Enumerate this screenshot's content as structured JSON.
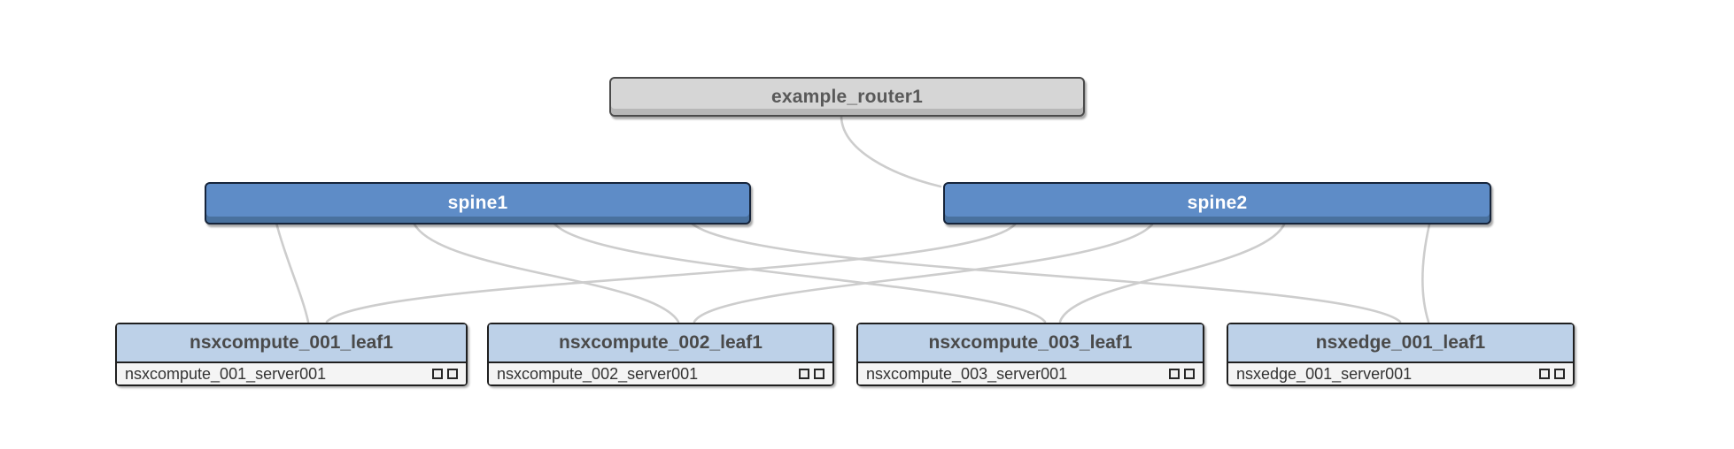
{
  "diagram": {
    "title": "network-fabric-topology",
    "router": {
      "label": "example_router1"
    },
    "spines": [
      {
        "label": "spine1"
      },
      {
        "label": "spine2"
      }
    ],
    "leaves": [
      {
        "title": "nsxcompute_001_leaf1",
        "server": "nsxcompute_001_server001",
        "port_count": 2
      },
      {
        "title": "nsxcompute_002_leaf1",
        "server": "nsxcompute_002_server001",
        "port_count": 2
      },
      {
        "title": "nsxcompute_003_leaf1",
        "server": "nsxcompute_003_server001",
        "port_count": 2
      },
      {
        "title": "nsxedge_001_leaf1",
        "server": "nsxedge_001_server001",
        "port_count": 2
      }
    ],
    "edges": [
      {
        "from": "example_router1",
        "to": "spine2"
      },
      {
        "from": "spine1",
        "to": "nsxcompute_001_leaf1"
      },
      {
        "from": "spine1",
        "to": "nsxcompute_002_leaf1"
      },
      {
        "from": "spine1",
        "to": "nsxcompute_003_leaf1"
      },
      {
        "from": "spine1",
        "to": "nsxedge_001_leaf1"
      },
      {
        "from": "spine2",
        "to": "nsxcompute_001_leaf1"
      },
      {
        "from": "spine2",
        "to": "nsxcompute_002_leaf1"
      },
      {
        "from": "spine2",
        "to": "nsxcompute_003_leaf1"
      },
      {
        "from": "spine2",
        "to": "nsxedge_001_leaf1"
      }
    ],
    "colors": {
      "background": "#ffffff",
      "edge": "#cdcdcd",
      "router_fill": "#d6d6d6",
      "router_bevel": "#b7b7b7",
      "router_border": "#4a4a4a",
      "router_text": "#595959",
      "spine_fill": "#5e8cc7",
      "spine_bevel": "#49719e",
      "spine_border": "#16243a",
      "spine_text": "#ffffff",
      "leaf_header_fill": "#bdd1e8",
      "leaf_border": "#1f1f1f",
      "leaf_text": "#4a4a4a",
      "server_fill": "#f4f4f4",
      "server_text": "#333333"
    }
  }
}
